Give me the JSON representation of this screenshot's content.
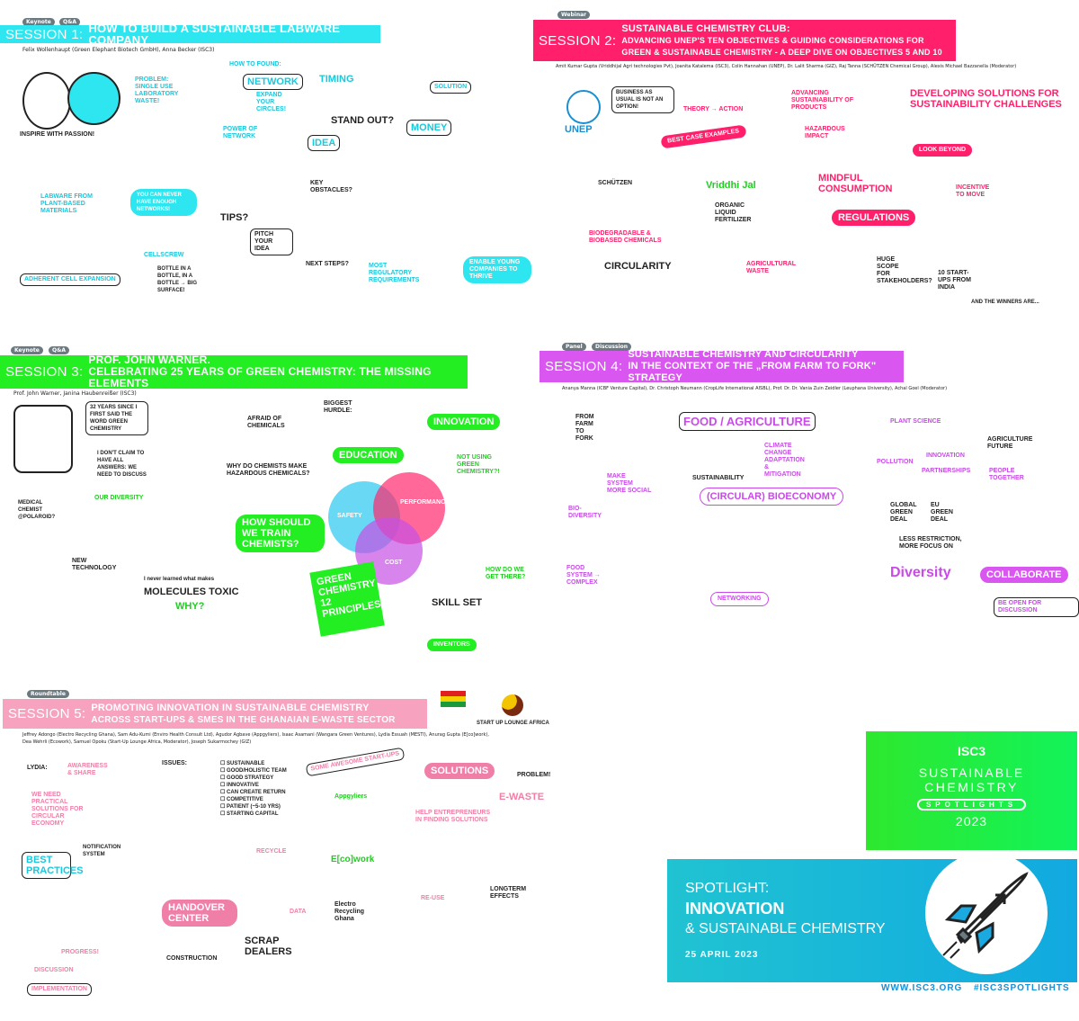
{
  "colors": {
    "session1": "#2ee6f0",
    "session2": "#ff1f6a",
    "session3": "#22ee22",
    "session4": "#d957f0",
    "session5": "#f7a3c0",
    "spotlight_green": "#22ee33",
    "spotlight_blue": "#16b4dc"
  },
  "session1": {
    "tags": [
      "Keynote",
      "Q&A"
    ],
    "label": "SESSION 1:",
    "title": "HOW TO BUILD A SUSTAINABLE LABWARE COMPANY",
    "speakers": "Felix Wollenhaupt (Green Elephant Biotech GmbH), Anna Becker (ISC3)",
    "notes": [
      "Inspire with passion!",
      "Problem: single use laboratory waste!",
      "How to found:",
      "Network",
      "Expand your circles!",
      "Timing",
      "Solution",
      "Idea",
      "Stand out?",
      "Money",
      "Power of network",
      "Labware from plant-based materials",
      "Key obstacles?",
      "Tips?",
      "Pitch your idea",
      "You can never have enough networks!",
      "Next steps?",
      "Most regulatory requirements",
      "Enable young companies to thrive",
      "Adherent cell expansion",
      "Cellscrew",
      "Bottle in a bottle, in a bottle → big surface!"
    ]
  },
  "session2": {
    "tags": [
      "Webinar"
    ],
    "label": "SESSION 2:",
    "title_lines": [
      "SUSTAINABLE CHEMISTRY CLUB:",
      "ADVANCING UNEP'S TEN OBJECTIVES & GUIDING CONSIDERATIONS FOR",
      "GREEN & SUSTAINABLE CHEMISTRY - A DEEP DIVE ON OBJECTIVES 5 AND 10"
    ],
    "speakers": "Amit Kumar Gupta (Vriddhijal Agri technologies Pvt), Joanita Katalema (ISC3), Colin Hannahan (UNEP), Dr. Lalit Sharma (GIZ), Raj Tanna (SCHÜTZEN Chemical Group), Alexis Michael Bazzanella (Moderator)",
    "notes": [
      "UNEP",
      "Business as usual is not an option!",
      "Theory → Action",
      "Best case examples",
      "Schützen",
      "Vriddhi Jal",
      "Advancing sustainability of products",
      "Hazardous impact",
      "Developing solutions for sustainability challenges",
      "Look beyond",
      "Mindful consumption",
      "Regulations",
      "Circularity",
      "Biodegradable & biobased chemicals",
      "Organic liquid fertilizer",
      "Agricultural waste",
      "Incentive to move",
      "10 start-ups from India",
      "Huge scope for stakeholders?",
      "And the winners are..."
    ]
  },
  "session3": {
    "tags": [
      "Keynote",
      "Q&A"
    ],
    "label": "SESSION 3:",
    "title_lines": [
      "PROF. JOHN WARNER.",
      "CELEBRATING 25 YEARS OF GREEN CHEMISTRY: THE MISSING ELEMENTS"
    ],
    "speakers": "Prof. John Warner, Janina Haubenreißer (ISC3)",
    "notes": [
      "32 years since I first said the word Green Chemistry",
      "I don't claim to have all answers: we need to discuss",
      "Our diversity",
      "Afraid of chemicals",
      "Why do chemists make hazardous chemicals?",
      "Biggest hurdle:",
      "Education",
      "Innovation",
      "Safety",
      "Performance",
      "Cost",
      "Green Chemistry 12 principles",
      "How should we train chemists?",
      "Molecules toxic",
      "Why?",
      "I never learned what makes",
      "Not using green chemistry?!",
      "Skill set",
      "Inventors",
      "How do we get there?",
      "New technology",
      "Medical chemist @Polaroid?"
    ]
  },
  "session4": {
    "tags": [
      "Panel",
      "Discussion"
    ],
    "label": "SESSION 4:",
    "title_lines": [
      "SUSTAINABLE CHEMISTRY AND CIRCULARITY",
      "IN THE CONTEXT OF THE „FROM FARM TO FORK\" STRATEGY"
    ],
    "speakers": "Ananya Manna (ICBF Venture Capital), Dr. Christoph Neumann (CropLife International AISBL), Prof. Dr. Dr. Vania Zuin Zeidler (Leuphana University), Achal Goel (Moderator)",
    "notes": [
      "From farm to fork",
      "Food / Agriculture",
      "Plant science",
      "Agriculture future",
      "Sustainability",
      "(Circular) bioeconomy",
      "Climate change adaptation & mitigation",
      "Make system more social",
      "Bio-diversity",
      "Innovation",
      "Partnerships",
      "People together",
      "Less restriction, more focus on",
      "Diversity",
      "Collaborate",
      "Be open for discussion",
      "Networking",
      "Food system → complex",
      "Pollution",
      "Global green deal",
      "EU green deal"
    ]
  },
  "session5": {
    "tags": [
      "Roundtable"
    ],
    "label": "SESSION 5:",
    "title_lines": [
      "PROMOTING INNOVATION IN SUSTAINABLE CHEMISTRY",
      "ACROSS START-UPS & SMES IN THE GHANAIAN E-WASTE SECTOR"
    ],
    "partner": "START UP LOUNGE AFRICA",
    "speakers_lines": [
      "Jeffrey Adongo (Electro Recycling Ghana), Sam Adu-Kumi (Enviro Health Consult Ltd), Agudor Agbave (Appgyliers), Isaac Asamani (Wangara Green Ventures), Lydia Essuah (MESTI), Anurag Gupta (E[co]work),",
      "Dea Wehrli (Ecowork), Samuel Opoku (Start-Up Lounge Africa, Moderator), Joseph Sukarmochey (GIZ)"
    ],
    "checklist": [
      "Sustainable",
      "Good/holistic team",
      "Good strategy",
      "Innovative",
      "Can create return",
      "Competitive",
      "Patient (~5-10 yrs)",
      "Starting capital"
    ],
    "notes": [
      "Lydia:",
      "Awareness & share",
      "We need practical solutions for circular economy",
      "Issues:",
      "Some awesome start-ups",
      "Solutions",
      "Problem!",
      "E-waste",
      "Best practices",
      "Notification system",
      "Handover center",
      "Scrap dealers",
      "Construction",
      "Data",
      "Recycle",
      "Re-use",
      "Longterm effects",
      "Discussion",
      "Implementation",
      "Progress!",
      "Electro Recycling Ghana",
      "E[co]work",
      "Appgyliers",
      "Help entrepreneurs in finding solutions"
    ]
  },
  "spotlight": {
    "logo": "ISC3",
    "series_line1": "SUSTAINABLE",
    "series_line2": "CHEMISTRY",
    "series_badge": "SPOTLIGHTS",
    "year": "2023",
    "prefix": "SPOTLIGHT:",
    "topic": "INNOVATION",
    "topic_sub": "& SUSTAINABLE CHEMISTRY",
    "date": "25 APRIL 2023",
    "icon": "rocket-icon"
  },
  "footer": {
    "website": "WWW.ISC3.ORG",
    "hashtag": "#ISC3SPOTLIGHTS"
  }
}
